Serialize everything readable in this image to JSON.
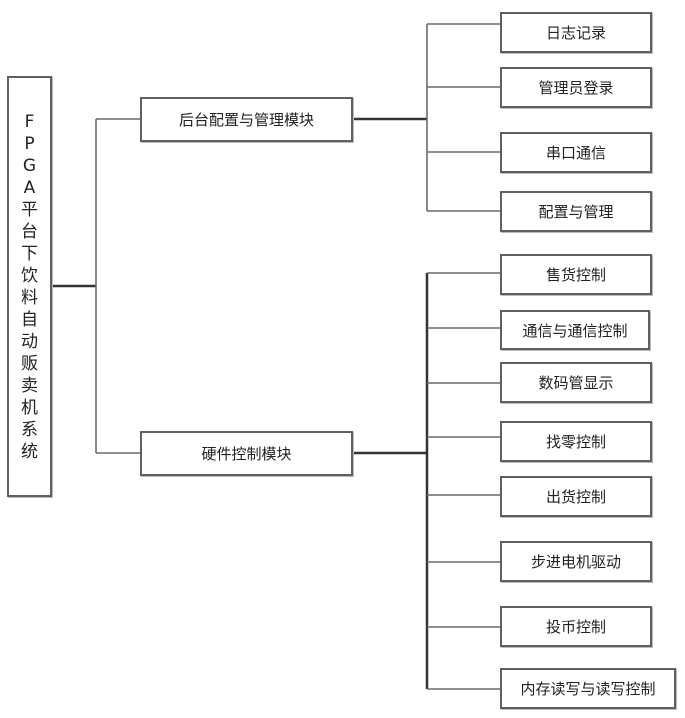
{
  "root": {
    "label": "FPGA平台下饮料自动贩卖机系统"
  },
  "modules": [
    {
      "label": "后台配置与管理模块",
      "children": [
        "日志记录",
        "管理员登录",
        "串口通信",
        "配置与管理"
      ]
    },
    {
      "label": "硬件控制模块",
      "children": [
        "售货控制",
        "通信与通信控制",
        "数码管显示",
        "找零控制",
        "出货控制",
        "步进电机驱动",
        "投币控制",
        "内存读写与读写控制"
      ]
    }
  ]
}
